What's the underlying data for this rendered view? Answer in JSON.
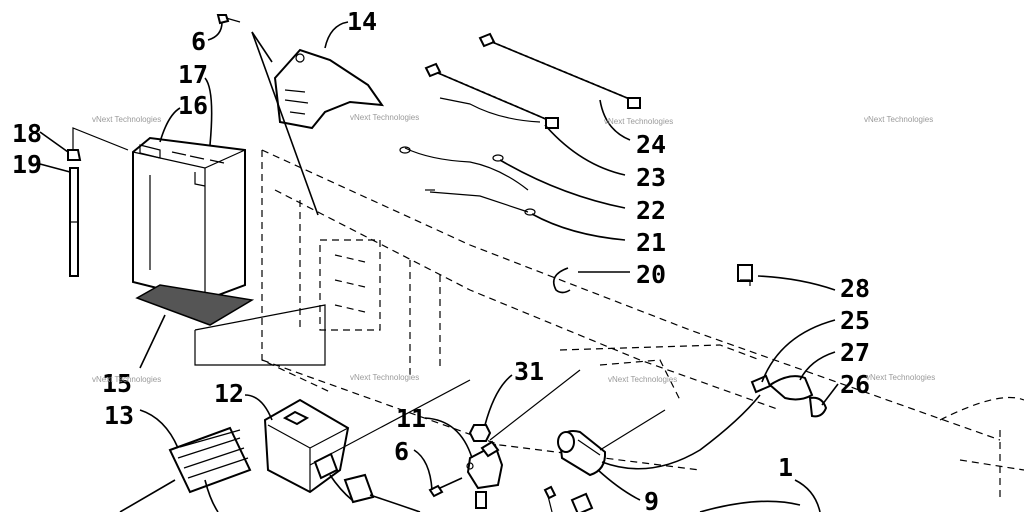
{
  "callouts": {
    "c1": "1",
    "c6a": "6",
    "c6b": "6",
    "c9": "9",
    "c11": "11",
    "c12": "12",
    "c13": "13",
    "c14": "14",
    "c15": "15",
    "c16": "16",
    "c17": "17",
    "c18": "18",
    "c19": "19",
    "c20": "20",
    "c21": "21",
    "c22": "22",
    "c23": "23",
    "c24": "24",
    "c25": "25",
    "c26": "26",
    "c27": "27",
    "c28": "28",
    "c31": "31"
  },
  "watermark": "vNext Technologies"
}
